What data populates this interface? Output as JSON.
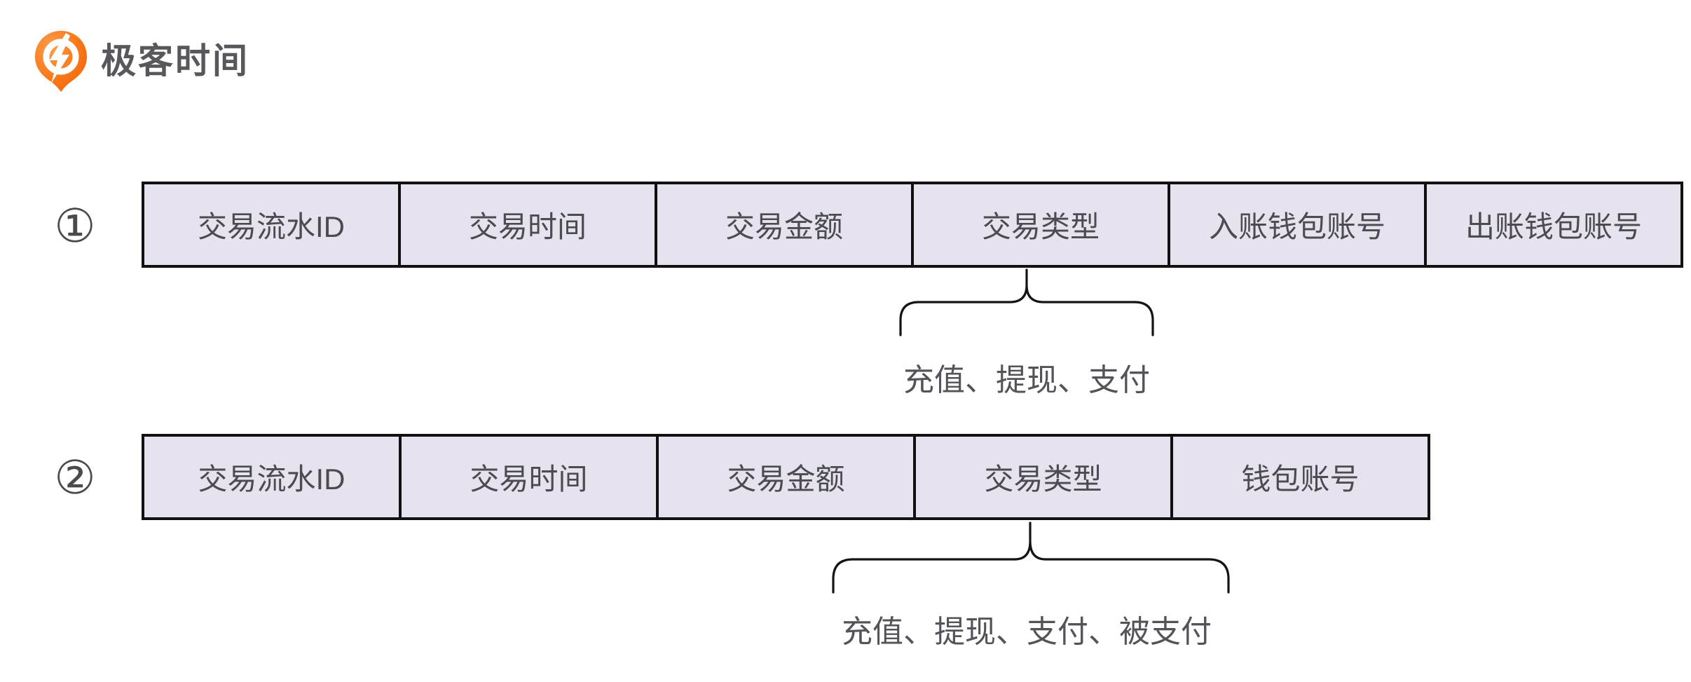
{
  "logo": {
    "text": "极客时间",
    "icon": "geektime-q-bolt-pin-icon"
  },
  "colors": {
    "accent_orange": "#F7690F",
    "cell_fill": "#E6E3EE",
    "line_black": "#111111",
    "text_dark": "#4C4A52"
  },
  "diagram": {
    "rows": [
      {
        "index_label": "①",
        "cells": [
          "交易流水ID",
          "交易时间",
          "交易金额",
          "交易类型",
          "入账钱包账号",
          "出账钱包账号"
        ],
        "brace_target": "交易类型",
        "brace_label": "充值、提现、支付"
      },
      {
        "index_label": "②",
        "cells": [
          "交易流水ID",
          "交易时间",
          "交易金额",
          "交易类型",
          "钱包账号"
        ],
        "brace_target": "交易类型",
        "brace_label": "充值、提现、支付、被支付"
      }
    ]
  }
}
